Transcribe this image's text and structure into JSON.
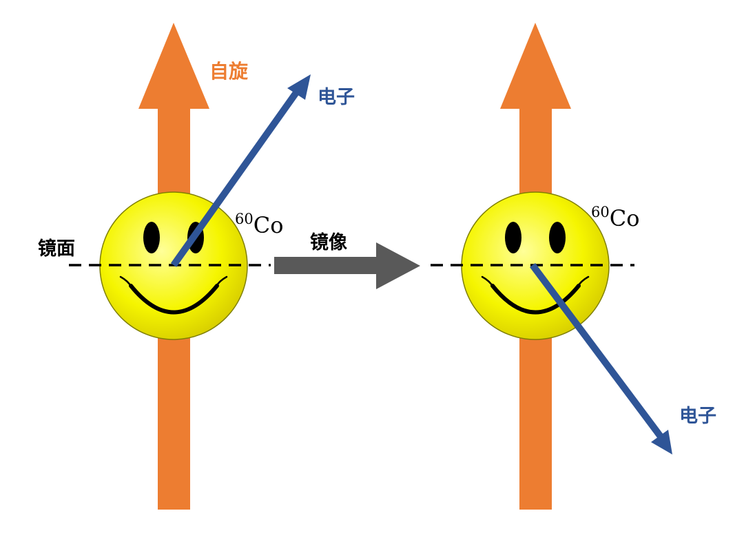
{
  "labels": {
    "spin": "自旋",
    "mirror_plane": "镜面",
    "mirror_image": "镜像",
    "electron_original": "电子",
    "electron_mirrored": "电子",
    "isotope_mass_left": "60",
    "isotope_symbol_left": "Co",
    "isotope_mass_right": "60",
    "isotope_symbol_right": "Co"
  },
  "colors": {
    "spin_arrow": "#ed7d31",
    "electron_arrow": "#2f5597",
    "mirror_arrow": "#595959",
    "face_light": "#ffff99",
    "face_mid": "#f5f500",
    "face_dark": "#d9d000",
    "face_outline": "#7f7f00",
    "features": "#000000",
    "spin_label": "#ed7d31",
    "electron_label": "#2f5597",
    "text": "#000000"
  },
  "icons": {
    "nucleus": "smiley-face-icon",
    "spin": "spin-arrow-icon",
    "electron": "electron-arrow-icon",
    "mirror_transform": "right-arrow-icon"
  }
}
